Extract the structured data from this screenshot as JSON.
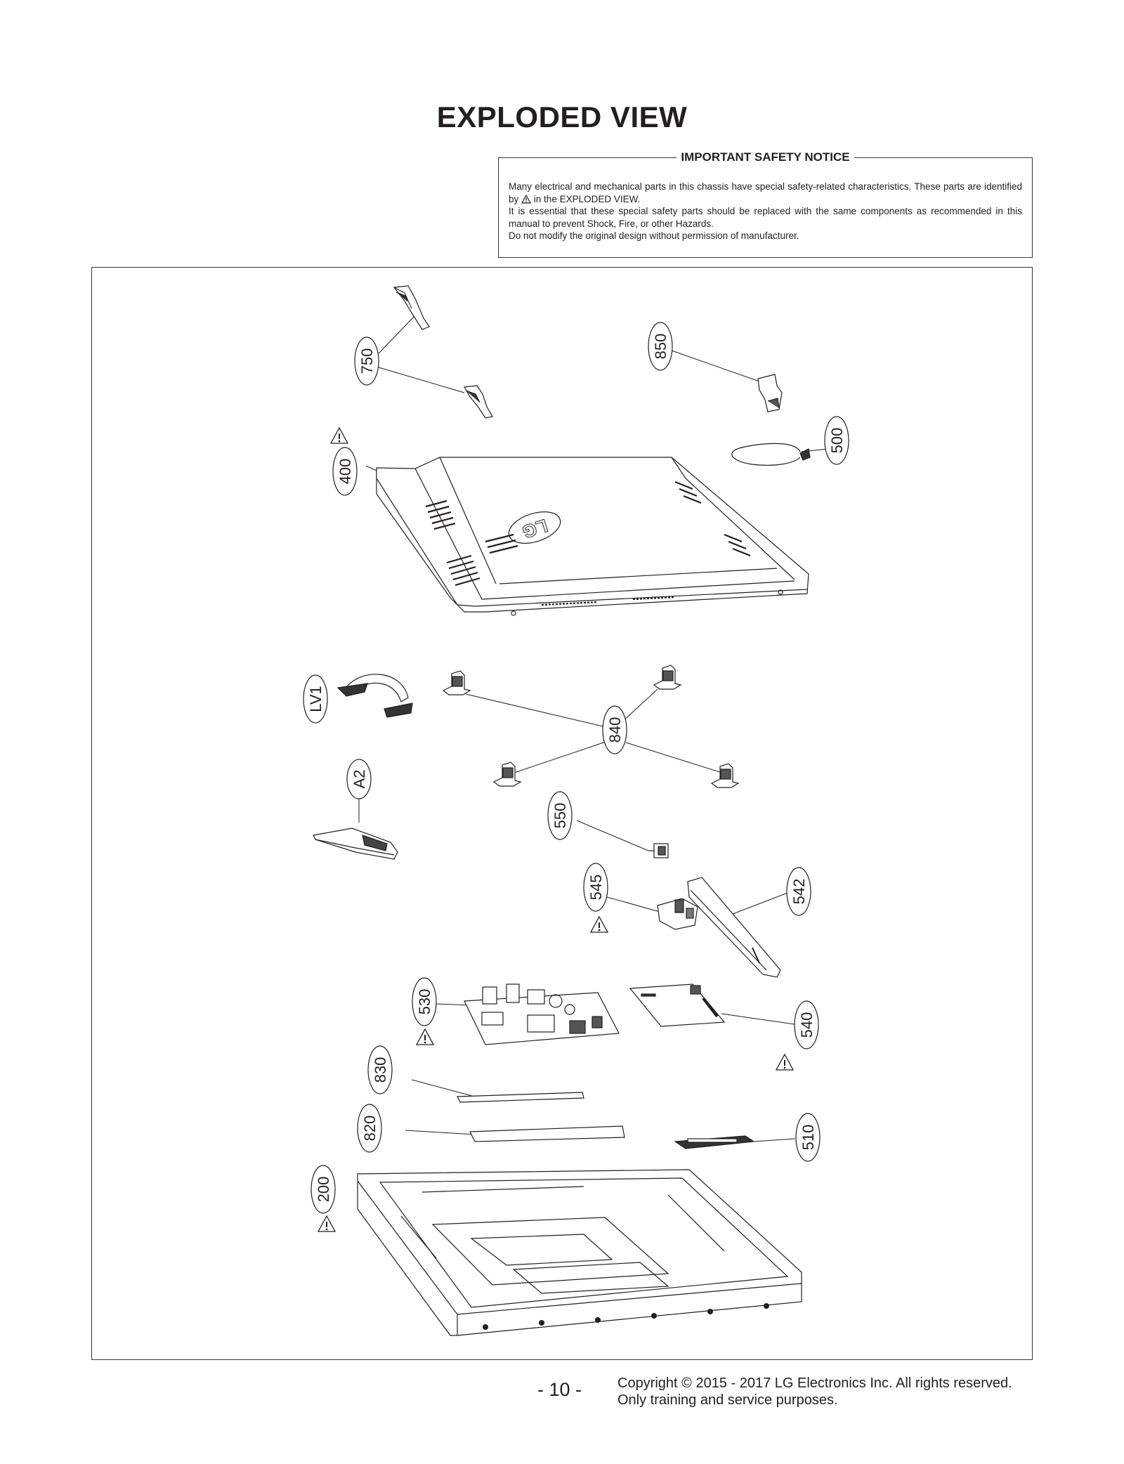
{
  "title": "EXPLODED VIEW",
  "notice": {
    "heading": "IMPORTANT SAFETY NOTICE",
    "line1_a": "Many electrical and mechanical parts in this chassis have special safety-related characteristics. These parts are identified by",
    "line1_b": "in the EXPLODED VIEW.",
    "line2": "It is essential that these special safety parts should be replaced with the same components as recommended in this manual to prevent Shock, Fire, or other Hazards.",
    "line3": "Do not modify the original design without permission of manufacturer."
  },
  "parts": {
    "p750": "750",
    "p850": "850",
    "p500": "500",
    "p400": "400",
    "pLV1": "LV1",
    "p840": "840",
    "pA2": "A2",
    "p550": "550",
    "p545": "545",
    "p542": "542",
    "p530": "530",
    "p540": "540",
    "p830": "830",
    "p820": "820",
    "p510": "510",
    "p200": "200"
  },
  "logo_text": "LG",
  "footer": {
    "page_number": "- 10 -",
    "copyright": "Copyright © 2015 - 2017 LG Electronics Inc. All rights reserved.",
    "usage": "Only training and service purposes."
  }
}
